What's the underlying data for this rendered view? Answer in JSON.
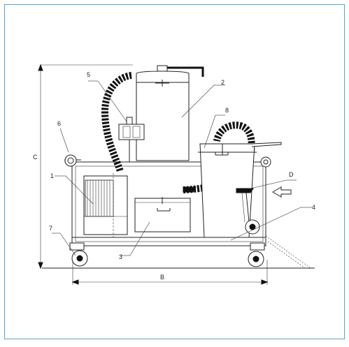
{
  "labels": {
    "part_1": "1",
    "part_2": "2",
    "part_3": "3",
    "part_4": "4",
    "part_5": "5",
    "part_6": "6",
    "part_7": "7",
    "part_8": "8",
    "dim_b": "B",
    "dim_c": "C",
    "dim_d": "D"
  },
  "colors": {
    "border": "#6a9bbf",
    "line": "#222222"
  }
}
